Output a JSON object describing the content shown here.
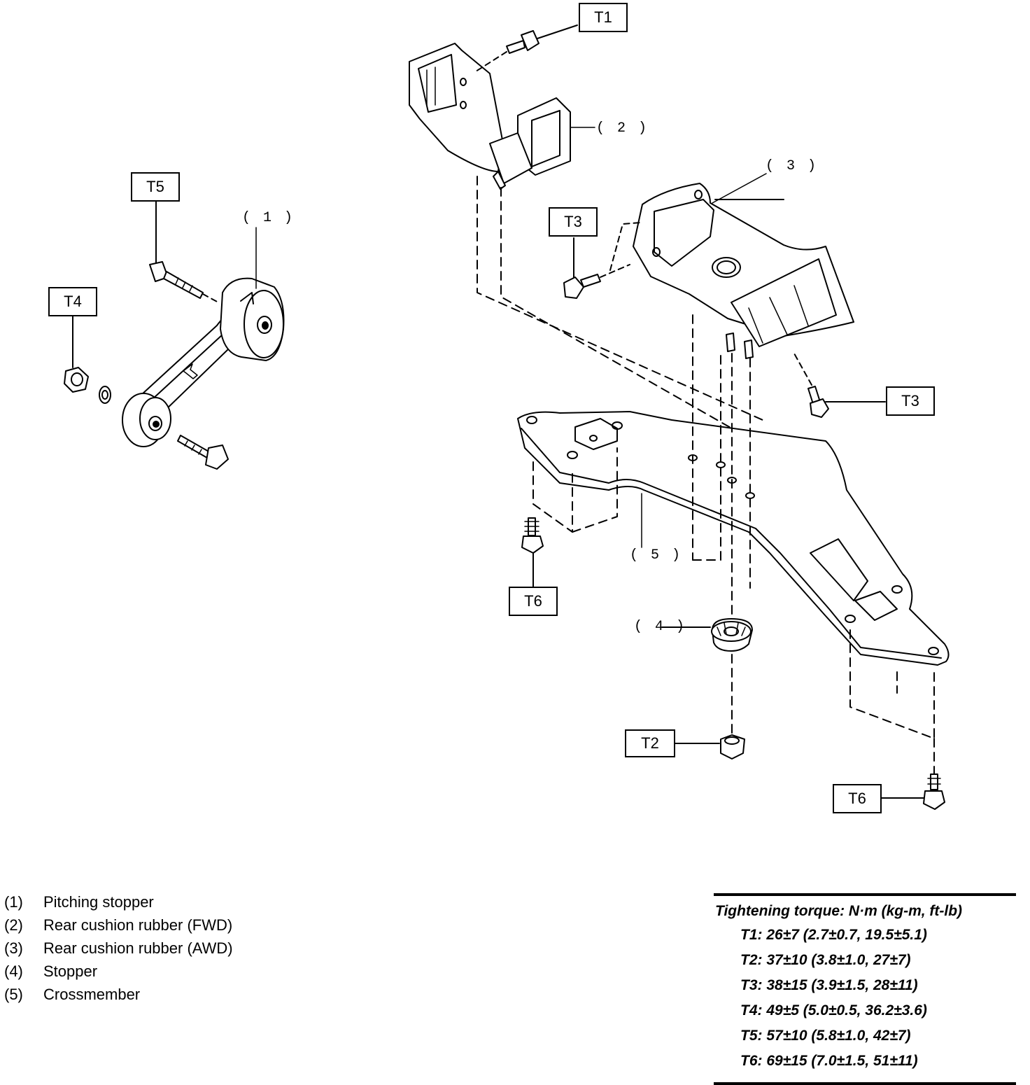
{
  "callouts": {
    "c1": "( 1 )",
    "c2": "( 2 )",
    "c3": "( 3 )",
    "c4": "( 4 )",
    "c5": "( 5 )"
  },
  "tags": {
    "t1": "T1",
    "t2": "T2",
    "t3a": "T3",
    "t3b": "T3",
    "t4": "T4",
    "t5": "T5",
    "t6a": "T6",
    "t6b": "T6"
  },
  "legend": [
    {
      "num": "(1)",
      "name": "Pitching stopper"
    },
    {
      "num": "(2)",
      "name": "Rear cushion rubber (FWD)"
    },
    {
      "num": "(3)",
      "name": "Rear cushion rubber (AWD)"
    },
    {
      "num": "(4)",
      "name": "Stopper"
    },
    {
      "num": "(5)",
      "name": "Crossmember"
    }
  ],
  "torque": {
    "title": "Tightening torque: N·m (kg-m, ft-lb)",
    "rows": [
      "T1: 26±7 (2.7±0.7, 19.5±5.1)",
      "T2: 37±10 (3.8±1.0, 27±7)",
      "T3: 38±15 (3.9±1.5, 28±11)",
      "T4: 49±5 (5.0±0.5, 36.2±3.6)",
      "T5: 57±10 (5.8±1.0, 42±7)",
      "T6: 69±15 (7.0±1.5, 51±11)"
    ]
  }
}
